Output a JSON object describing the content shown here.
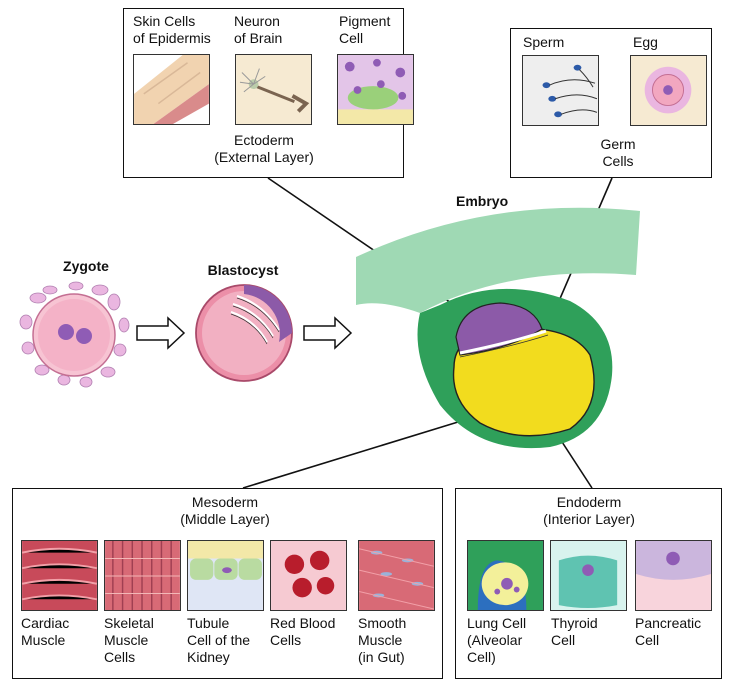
{
  "ectoderm": {
    "title": "Ectoderm\n(External Layer)",
    "cells": [
      "Skin Cells\nof Epidermis",
      "Neuron\nof Brain",
      "Pigment\nCell"
    ]
  },
  "germ": {
    "title": "Germ\nCells",
    "cells": [
      "Sperm",
      "Egg"
    ]
  },
  "stages": {
    "zygote": "Zygote",
    "blastocyst": "Blastocyst",
    "embryo": "Embryo"
  },
  "mesoderm": {
    "title": "Mesoderm\n(Middle Layer)",
    "cells": [
      "Cardiac\nMuscle",
      "Skeletal\nMuscle\nCells",
      "Tubule\nCell of the\nKidney",
      "Red Blood\nCells",
      "Smooth\nMuscle\n(in Gut)"
    ]
  },
  "endoderm": {
    "title": "Endoderm\n(Interior Layer)",
    "cells": [
      "Lung Cell\n(Alveolar\nCell)",
      "Thyroid\nCell",
      "Pancreatic\nCell"
    ]
  },
  "colors": {
    "embryo_outer": "#9fd9b4",
    "embryo_wall": "#2fa05a",
    "yolk": "#f2dc1e",
    "amnion": "#8c5aa8",
    "cell_pink": "#f2a7c0",
    "nucleus": "#8f5cb5"
  }
}
